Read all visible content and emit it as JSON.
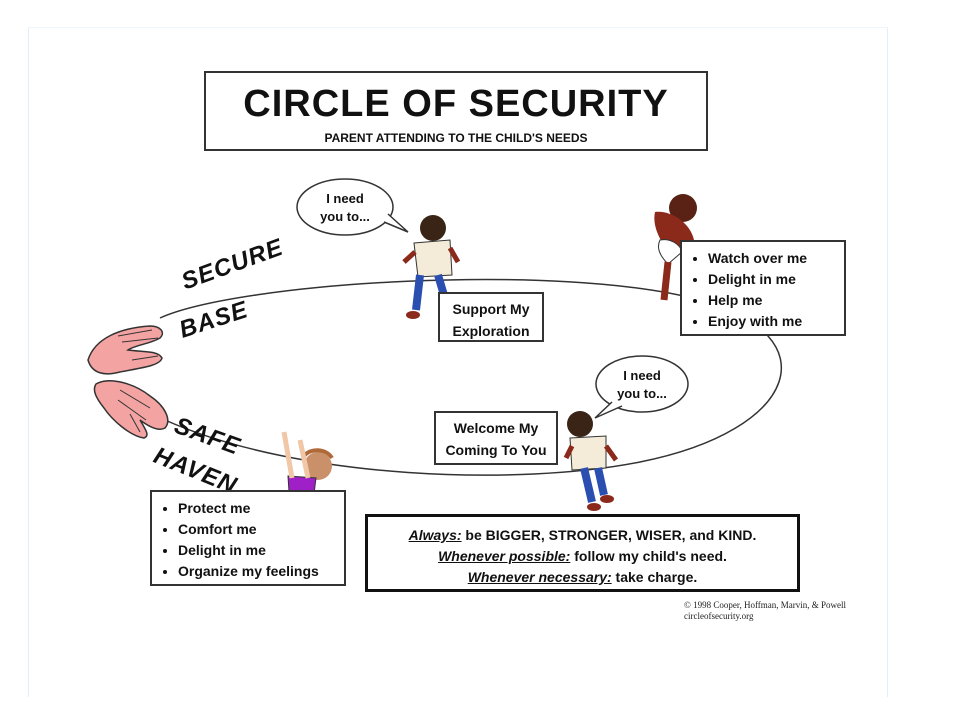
{
  "title": {
    "main": "CIRCLE OF SECURITY",
    "subtitle": "PARENT ATTENDING TO THE CHILD'S NEEDS"
  },
  "arc_labels": {
    "secure_line1": "SECURE",
    "secure_line2": "BASE",
    "haven_line1": "SAFE",
    "haven_line2": "HAVEN"
  },
  "bubbles": {
    "top_line1": "I need",
    "top_line2": "you to...",
    "bottom_line1": "I need",
    "bottom_line2": "you to..."
  },
  "boxes": {
    "support_line1": "Support My",
    "support_line2": "Exploration",
    "welcome_line1": "Welcome My",
    "welcome_line2": "Coming To You",
    "watch_items": [
      "Watch over me",
      "Delight in me",
      "Help me",
      "Enjoy with me"
    ],
    "protect_items": [
      "Protect me",
      "Comfort me",
      "Delight in me",
      "Organize my feelings"
    ]
  },
  "rules": {
    "always_label": "Always:",
    "always_text": " be BIGGER, STRONGER, WISER, and KIND.",
    "possible_label": "Whenever possible:",
    "possible_text": " follow my child's need.",
    "necessary_label": "Whenever necessary:",
    "necessary_text": " take charge."
  },
  "copyright": {
    "line1": "© 1998 Cooper, Hoffman, Marvin, & Powell",
    "line2": "circleofsecurity.org"
  }
}
